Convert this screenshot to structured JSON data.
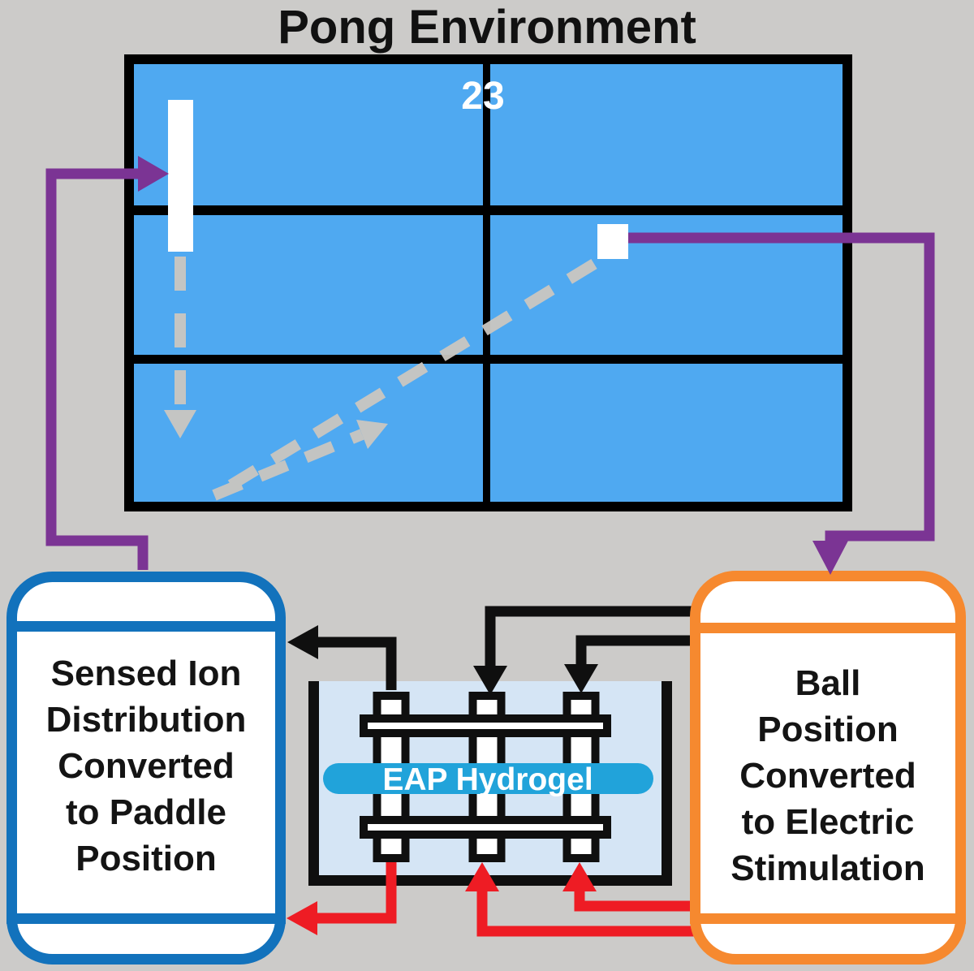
{
  "title": "Pong Environment",
  "pong_field": {
    "score": "23"
  },
  "left_box": {
    "lines": [
      "Sensed Ion",
      "Distribution",
      "Converted",
      "to Paddle",
      "Position"
    ]
  },
  "right_box": {
    "lines": [
      "Ball",
      "Position",
      "Converted",
      "to Electric",
      "Stimulation"
    ]
  },
  "hydrogel": {
    "label": "EAP Hydrogel"
  },
  "colors": {
    "background": "#cccbc9",
    "field_blue": "#4fa9f1",
    "field_border": "#000000",
    "paddle_ball_white": "#ffffff",
    "trajectory_gray": "#cac6c0",
    "purple_arrow": "#7b3494",
    "black_wire": "#0f0f0f",
    "red_wire": "#ee1c24",
    "left_box_border": "#1272bc",
    "right_box_border": "#f6892f",
    "box_fill": "#ffffff",
    "container_fill": "#d5e5f5",
    "hydrogel_pill": "#21a3da",
    "text_black": "#141414",
    "score_white": "#ffffff"
  }
}
